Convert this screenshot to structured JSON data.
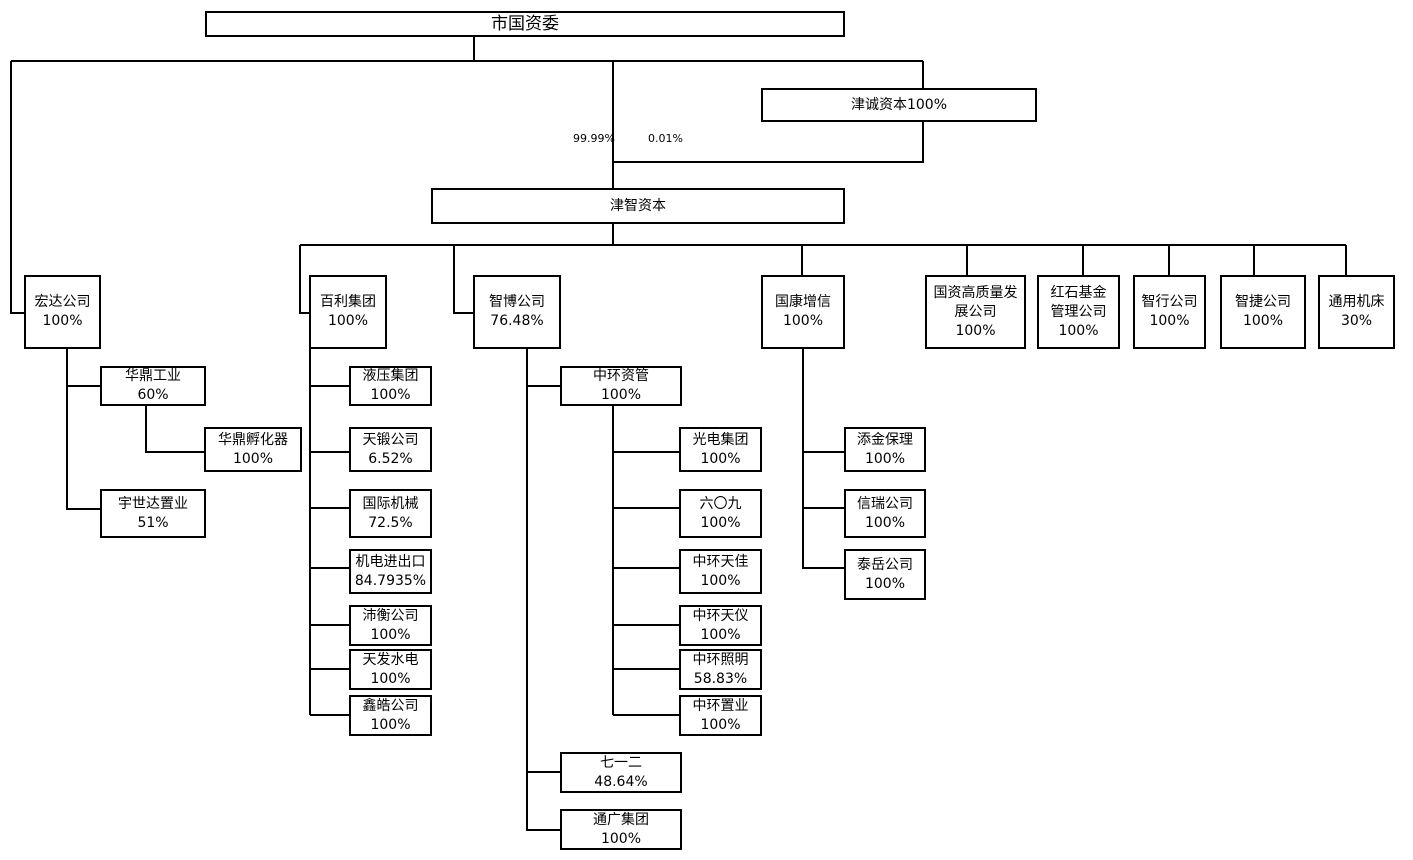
{
  "root": "市国资委",
  "jincheng": {
    "name": "津诚资本100%"
  },
  "edge_labels": {
    "jinzhi_from_sasac": "99.99%",
    "jinzhi_from_jincheng": "0.01%"
  },
  "jinzhi": "津智资本",
  "level1": {
    "hongda": {
      "name": "宏达公司",
      "pct": "100%"
    },
    "baili": {
      "name": "百利集团",
      "pct": "100%"
    },
    "zhibo": {
      "name": "智博公司",
      "pct": "76.48%"
    },
    "guokang": {
      "name": "国康增信",
      "pct": "100%"
    },
    "guozi_hq": {
      "name_line1": "国资高质量发",
      "name_line2": "展公司",
      "pct": "100%"
    },
    "hongshi": {
      "name_line1": "红石基金",
      "name_line2": "管理公司",
      "pct": "100%"
    },
    "zhixing": {
      "name": "智行公司",
      "pct": "100%"
    },
    "zhijie": {
      "name": "智捷公司",
      "pct": "100%"
    },
    "tongyong": {
      "name": "通用机床",
      "pct": "30%"
    }
  },
  "hongda_children": {
    "huading": {
      "name": "华鼎工业",
      "pct": "60%"
    },
    "huading_fuhua": {
      "name": "华鼎孵化器",
      "pct": "100%"
    },
    "yushida": {
      "name": "宇世达置业",
      "pct": "51%"
    }
  },
  "baili_children": [
    {
      "name": "液压集团",
      "pct": "100%"
    },
    {
      "name": "天锻公司",
      "pct": "6.52%"
    },
    {
      "name": "国际机械",
      "pct": "72.5%"
    },
    {
      "name": "机电进出口",
      "pct": "84.7935%"
    },
    {
      "name": "沛衡公司",
      "pct": "100%"
    },
    {
      "name": "天发水电",
      "pct": "100%"
    },
    {
      "name": "鑫皓公司",
      "pct": "100%"
    }
  ],
  "zhibo_children": {
    "zhonghuan_ziguan": {
      "name": "中环资管",
      "pct": "100%"
    },
    "qiyier": {
      "name": "七一二",
      "pct": "48.64%"
    },
    "tongguang": {
      "name": "通广集团",
      "pct": "100%"
    }
  },
  "ziguan_children": [
    {
      "name": "光电集团",
      "pct": "100%"
    },
    {
      "name": "六〇九",
      "pct": "100%"
    },
    {
      "name": "中环天佳",
      "pct": "100%"
    },
    {
      "name": "中环天仪",
      "pct": "100%"
    },
    {
      "name": "中环照明",
      "pct": "58.83%"
    },
    {
      "name": "中环置业",
      "pct": "100%"
    }
  ],
  "guokang_children": [
    {
      "name": "添金保理",
      "pct": "100%"
    },
    {
      "name": "信瑞公司",
      "pct": "100%"
    },
    {
      "name": "泰岳公司",
      "pct": "100%"
    }
  ],
  "colors": {
    "line": "#000000",
    "box_border": "#000000",
    "background": "#ffffff"
  }
}
